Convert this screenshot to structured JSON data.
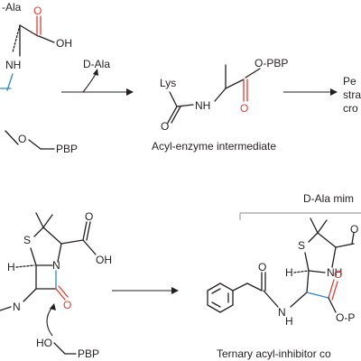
{
  "top": {
    "dala_fragment_label": "-Ala",
    "leaving_group_label": "D-Ala",
    "intermediate_lys": "Lys",
    "intermediate_ester": "O-PBP",
    "intermediate_caption": "Acyl-enzyme intermediate",
    "substrate_oh": "OH",
    "substrate_nh": "NH",
    "substrate_o": "O",
    "substrate_pbp": "PBP",
    "product_line1": "Pe",
    "product_line2": "stra",
    "product_line3": "cro"
  },
  "bottom": {
    "mimic_label": "D-Ala mim",
    "penicillin_s": "S",
    "penicillin_h": "H",
    "penicillin_n": "N",
    "penicillin_o": "O",
    "penicillin_oh": "OH",
    "penicillin_nh": "N",
    "serine_ho": "HO",
    "serine_pbp": "PBP",
    "complex_s": "S",
    "complex_h": "H",
    "complex_nh": "NH",
    "complex_n": "N",
    "complex_h2": "H",
    "complex_opbp": "O-P",
    "ternary_caption": "Ternary acyl-inhibitor co"
  },
  "colors": {
    "carbonyl_red": "#e03c31",
    "amide_blue": "#2f86c7",
    "ink": "#231f20"
  }
}
